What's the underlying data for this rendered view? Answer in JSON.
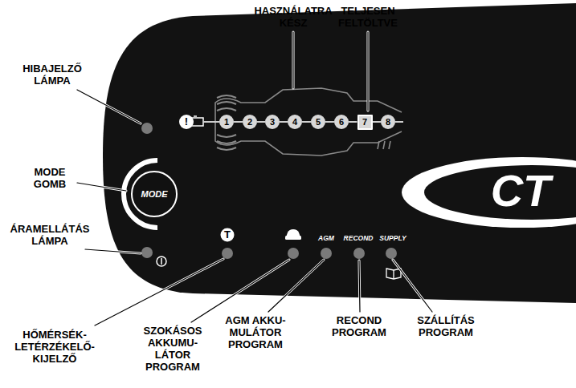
{
  "diagram": {
    "nodes": [
      {
        "text": [
          "MODE"
        ]
      },
      {
        "text": [
          "1"
        ]
      },
      {
        "text": [
          "2"
        ]
      },
      {
        "text": [
          "3"
        ]
      },
      {
        "text": [
          "4"
        ]
      },
      {
        "text": [
          "5"
        ]
      },
      {
        "text": [
          "6"
        ]
      },
      {
        "text": [
          "7"
        ]
      },
      {
        "text": [
          "8"
        ]
      }
    ],
    "edges": [
      {
        "from": 1,
        "to": 2,
        "arrow": "none"
      },
      {
        "from": 2,
        "to": 3,
        "arrow": "none"
      },
      {
        "from": 3,
        "to": 4,
        "arrow": "none"
      },
      {
        "from": 4,
        "to": 5,
        "arrow": "none"
      },
      {
        "from": 5,
        "to": 6,
        "arrow": "none"
      },
      {
        "from": 6,
        "to": 7,
        "arrow": "none"
      },
      {
        "from": 7,
        "to": 8,
        "arrow": "none"
      }
    ],
    "labels": [
      "HASZNÁLATRA KÉSZ",
      "TELJESEN FELTÖLTVE",
      "HIBAJELZŐ LÁMPA",
      "MODE GOMB",
      "ÁRAMELLÁTÁS LÁMPA",
      "HŐMÉRSÉK- LETÉRZÉKELŐ- KIJELZŐ",
      "SZOKÁSOS AKKUMU- LÁTOR PROGRAM",
      "AGM AKKU- MULÁTOR PROGRAM",
      "RECOND PROGRAM",
      "SZÁLLÍTÁS PROGRAM",
      "!",
      "T",
      "AGM",
      "RECOND",
      "SUPPLY",
      "CT"
    ]
  }
}
